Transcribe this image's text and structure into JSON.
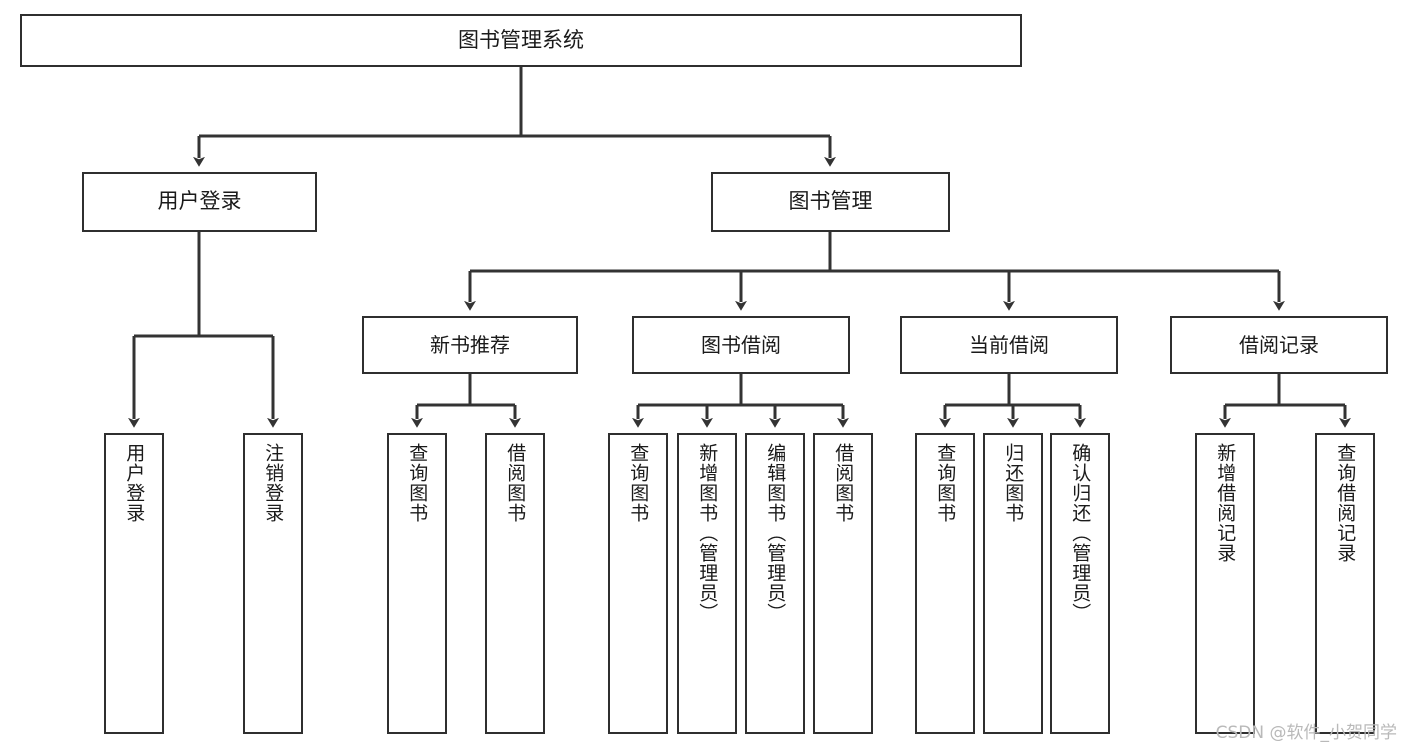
{
  "diagram": {
    "title": "图书管理系统",
    "type": "tree",
    "watermark": "CSDN @软件_小贺同学",
    "colors": {
      "background": "#ffffff",
      "border": "#2f2f2f",
      "text": "#1a1a1a",
      "connector": "#333333",
      "watermark": "#b9b9b9"
    },
    "nodes": {
      "root": {
        "label": "图书管理系统",
        "level": 0,
        "orientation": "horizontal"
      },
      "l2": [
        {
          "id": "user-login",
          "label": "用户登录",
          "level": 1,
          "orientation": "horizontal"
        },
        {
          "id": "book-manage",
          "label": "图书管理",
          "level": 1,
          "orientation": "horizontal"
        }
      ],
      "l3": [
        {
          "id": "new-book-rec",
          "label": "新书推荐",
          "level": 2,
          "orientation": "horizontal",
          "parent": "book-manage"
        },
        {
          "id": "book-borrow",
          "label": "图书借阅",
          "level": 2,
          "orientation": "horizontal",
          "parent": "book-manage"
        },
        {
          "id": "current-borrow",
          "label": "当前借阅",
          "level": 2,
          "orientation": "horizontal",
          "parent": "book-manage"
        },
        {
          "id": "borrow-record",
          "label": "借阅记录",
          "level": 2,
          "orientation": "horizontal",
          "parent": "book-manage"
        }
      ],
      "leaves": [
        {
          "id": "leaf-user-login",
          "label": "用户登录",
          "parent": "user-login",
          "orientation": "vertical"
        },
        {
          "id": "leaf-logout",
          "label": "注销登录",
          "parent": "user-login",
          "orientation": "vertical"
        },
        {
          "id": "leaf-query-book-1",
          "label": "查询图书",
          "parent": "new-book-rec",
          "orientation": "vertical"
        },
        {
          "id": "leaf-borrow-book-1",
          "label": "借阅图书",
          "parent": "new-book-rec",
          "orientation": "vertical"
        },
        {
          "id": "leaf-query-book-2",
          "label": "查询图书",
          "parent": "book-borrow",
          "orientation": "vertical"
        },
        {
          "id": "leaf-add-book",
          "label": "新增图书（管理员）",
          "parent": "book-borrow",
          "orientation": "vertical"
        },
        {
          "id": "leaf-edit-book",
          "label": "编辑图书（管理员）",
          "parent": "book-borrow",
          "orientation": "vertical"
        },
        {
          "id": "leaf-borrow-book-2",
          "label": "借阅图书",
          "parent": "book-borrow",
          "orientation": "vertical"
        },
        {
          "id": "leaf-query-book-3",
          "label": "查询图书",
          "parent": "current-borrow",
          "orientation": "vertical"
        },
        {
          "id": "leaf-return-book",
          "label": "归还图书",
          "parent": "current-borrow",
          "orientation": "vertical"
        },
        {
          "id": "leaf-confirm-return",
          "label": "确认归还（管理员）",
          "parent": "current-borrow",
          "orientation": "vertical"
        },
        {
          "id": "leaf-add-record",
          "label": "新增借阅记录",
          "parent": "borrow-record",
          "orientation": "vertical"
        },
        {
          "id": "leaf-query-record",
          "label": "查询借阅记录",
          "parent": "borrow-record",
          "orientation": "vertical"
        }
      ]
    }
  }
}
